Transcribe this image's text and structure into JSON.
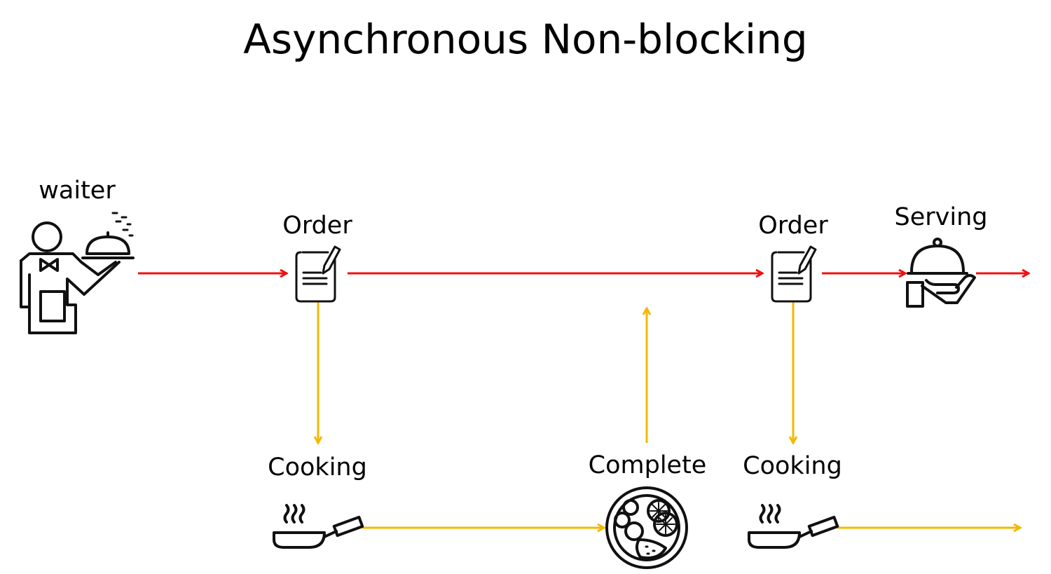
{
  "title": "Asynchronous Non-blocking",
  "labels": {
    "waiter": "waiter",
    "order1": "Order",
    "order2": "Order",
    "serving": "Serving",
    "cooking1": "Cooking",
    "complete": "Complete",
    "cooking2": "Cooking"
  },
  "icons": {
    "waiter": "waiter-icon",
    "order": "order-note-icon",
    "serving": "serving-cloche-icon",
    "cooking": "frying-pan-icon",
    "complete": "dish-plate-icon"
  },
  "colors": {
    "waiter_flow": "#ee1111",
    "kitchen_flow": "#f5b800",
    "icon_stroke": "#111111"
  }
}
